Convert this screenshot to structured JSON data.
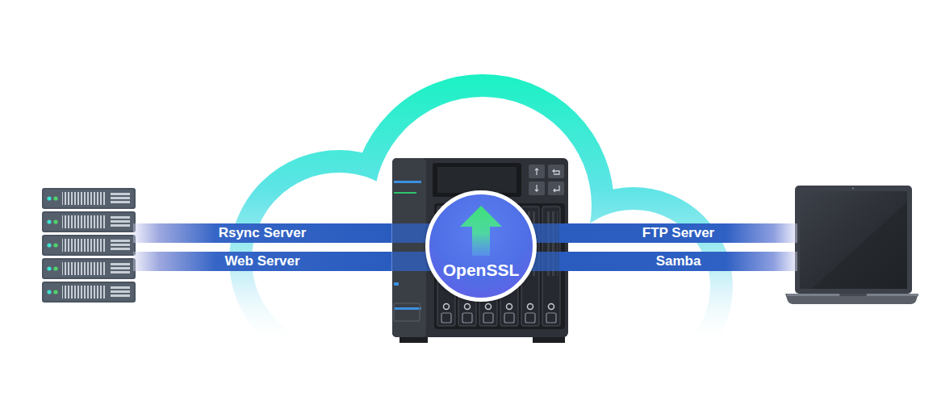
{
  "diagram": {
    "nodes": [
      {
        "text": [
          "Rsync Server"
        ]
      },
      {
        "text": [
          "Web Server"
        ]
      },
      {
        "text": [
          "OpenSSL"
        ]
      },
      {
        "text": [
          "FTP Server"
        ]
      },
      {
        "text": [
          "Samba"
        ]
      }
    ]
  }
}
